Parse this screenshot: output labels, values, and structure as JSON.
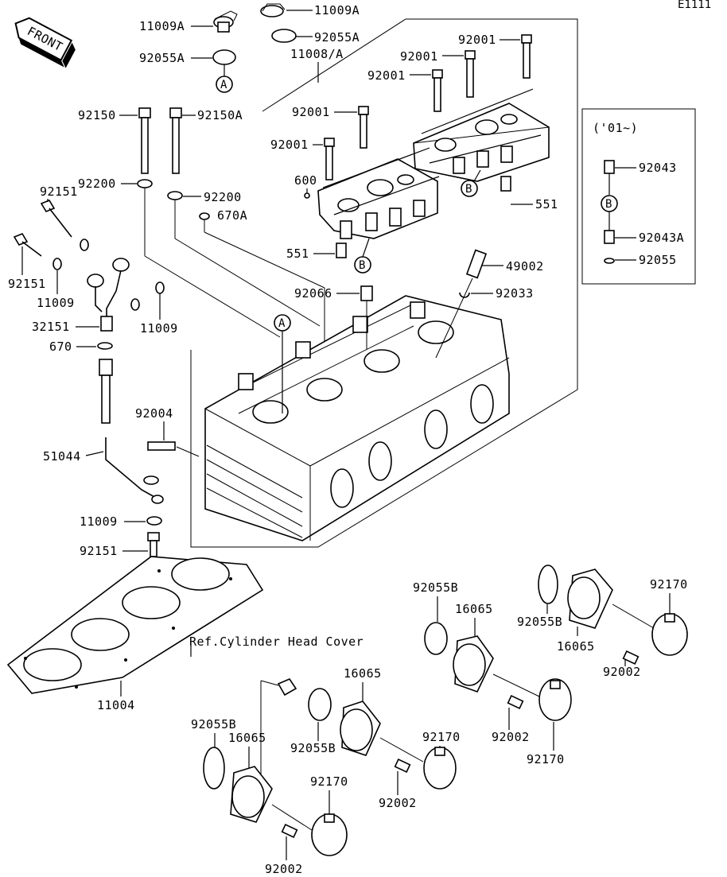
{
  "diagram_code": "E1111",
  "front_label": "FRONT",
  "ref_note": "Ref.Cylinder Head Cover",
  "inset": {
    "title": "('01~)",
    "callout": "B"
  },
  "callouts": {
    "a": "A",
    "b": "B"
  },
  "labels": {
    "p11009a_top": "11009A",
    "p11009a_left": "11009A",
    "p92055a_top": "92055A",
    "p92055a_left": "92055A",
    "p11008a": "11008/A",
    "p92001_a": "92001",
    "p92001_b": "92001",
    "p92001_c": "92001",
    "p92001_d": "92001",
    "p92001_e": "92001",
    "p92150": "92150",
    "p92150a": "92150A",
    "p92151_top": "92151",
    "p92151_mid": "92151",
    "p92151_bot": "92151",
    "p92200_left": "92200",
    "p92200_right": "92200",
    "p670a": "670A",
    "p600": "600",
    "p551_left": "551",
    "p551_right": "551",
    "p11009_a": "11009",
    "p11009_b": "11009",
    "p11009_c": "11009",
    "p32151": "32151",
    "p670": "670",
    "p92066": "92066",
    "p92033": "92033",
    "p49002": "49002",
    "p92043": "92043",
    "p92043a": "92043A",
    "p92055": "92055",
    "p92004": "92004",
    "p51044": "51044",
    "p11004": "11004",
    "p92055b_a": "92055B",
    "p92055b_b": "92055B",
    "p92055b_c": "92055B",
    "p92055b_d": "92055B",
    "p16065_a": "16065",
    "p16065_b": "16065",
    "p16065_c": "16065",
    "p16065_d": "16065",
    "p92170_a": "92170",
    "p92170_b": "92170",
    "p92170_c": "92170",
    "p92170_d": "92170",
    "p92002_a": "92002",
    "p92002_b": "92002",
    "p92002_c": "92002",
    "p92002_d": "92002"
  }
}
